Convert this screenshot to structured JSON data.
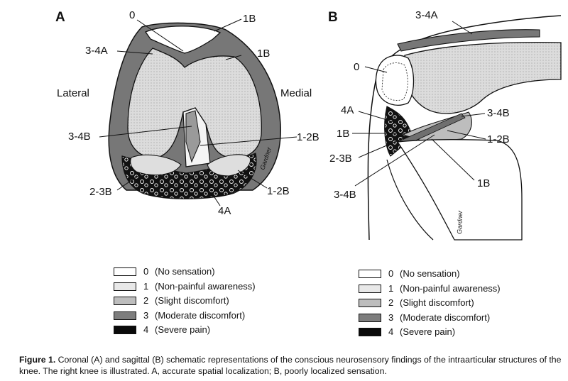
{
  "panels": {
    "a": "A",
    "b": "B"
  },
  "panel_a": {
    "lateral": "Lateral",
    "medial": "Medial",
    "labels": {
      "zero": "0",
      "one_b_top": "1B",
      "three_four_a": "3-4A",
      "one_b_mid": "1B",
      "three_four_b": "3-4B",
      "one_two_b_upper": "1-2B",
      "two_three_b": "2-3B",
      "one_two_b_lower": "1-2B",
      "four_a": "4A"
    },
    "signature": "Gardner"
  },
  "panel_b": {
    "labels": {
      "three_four_a": "3-4A",
      "zero": "0",
      "four_a": "4A",
      "three_four_b_right": "3-4B",
      "one_b_left": "1B",
      "one_two_b": "1-2B",
      "two_three_b": "2-3B",
      "one_b_right": "1B",
      "three_four_b_bottom": "3-4B"
    },
    "signature": "Gardner"
  },
  "legend": {
    "items": [
      {
        "num": "0",
        "text": "(No sensation)",
        "fill": "#ffffff"
      },
      {
        "num": "1",
        "text": "(Non-painful awareness)",
        "fill": "#e8e8e8"
      },
      {
        "num": "2",
        "text": "(Slight discomfort)",
        "fill": "#bdbdbd"
      },
      {
        "num": "3",
        "text": "(Moderate discomfort)",
        "fill": "#7d7d7d"
      },
      {
        "num": "4",
        "text": "(Severe pain)",
        "fill": "#0a0a0a"
      }
    ]
  },
  "caption": {
    "lead": "Figure 1.",
    "text": "Coronal (A) and sagittal (B) schematic representations of the conscious neurosensory findings of the intraarticular structures of the knee. The right knee is illustrated. A, accurate spatial localization; B, poorly localized sensation."
  }
}
